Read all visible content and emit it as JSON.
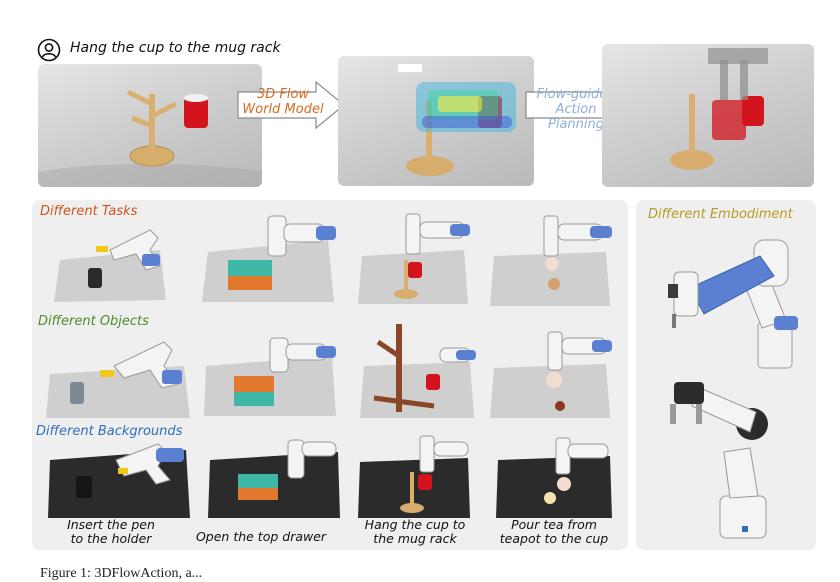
{
  "header": {
    "instruction": "Hang the cup to the mug rack",
    "step1_line1": "3D Flow",
    "step1_line2": "World Model",
    "step2_line1": "Flow-guided",
    "step2_line2": "Action Planning"
  },
  "sections": {
    "tasks": "Different Tasks",
    "objects": "Different Objects",
    "backgrounds": "Different Backgrounds",
    "embodiment": "Different Embodiment"
  },
  "captions": {
    "c1_l1": "Insert the pen",
    "c1_l2": "to the holder",
    "c2_l1": "Open the top drawer",
    "c3_l1": "Hang the cup to",
    "c3_l2": "the mug rack",
    "c4_l1": "Pour tea from",
    "c4_l2": "teapot to the cup"
  },
  "figure_caption": "Figure 1: 3DFlowAction, a...",
  "colors": {
    "tasks": "#c8561e",
    "objects": "#4f8a2c",
    "backgrounds": "#2e6fb8",
    "embodiment": "#b89a22",
    "step1": "#d86a1c",
    "step2": "#8fb0d6"
  }
}
